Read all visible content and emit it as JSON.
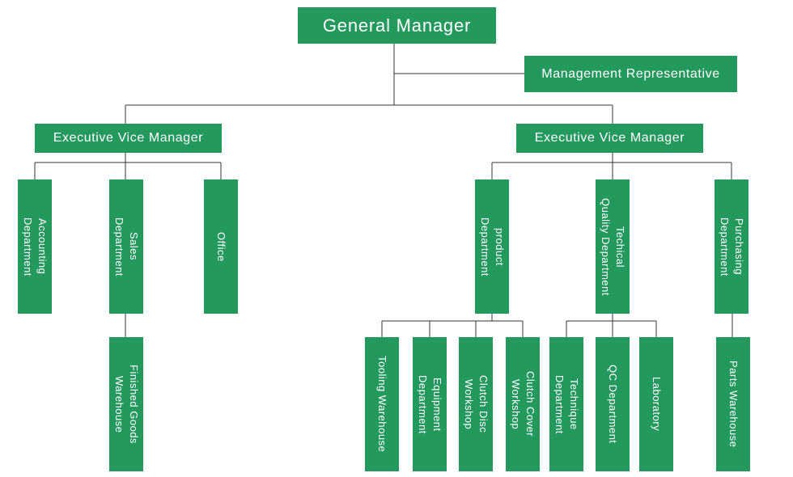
{
  "colors": {
    "box_fill": "#24995e",
    "box_text": "#ffffff",
    "connector": "#333333"
  },
  "nodes": {
    "general_manager": "General Manager",
    "management_representative": "Management Representative",
    "exec_vice_manager_left": "Executive Vice Manager",
    "exec_vice_manager_right": "Executive Vice Manager",
    "accounting_department": "Accounting\nDepartment",
    "sales_department": "Sales\nDepartment",
    "office": "Office",
    "finished_goods_warehouse": "Finished Goods\nWarehouse",
    "product_department": "product\nDepartment",
    "technical_quality_department": "Techical\nQuality Department",
    "purchasing_department": "Purchasing\nDepartment",
    "tooling_warehouse": "Tooling Warehouse",
    "equipment_department": "Equipment\nDepartment",
    "clutch_disc_workshop": "Clutch Disc\nWorkshop",
    "clutch_cover_workshop": "Clutch Cover\nWorkshop",
    "technique_department": "Technique\nDepartment",
    "qc_department": "QC Department",
    "laboratory": "Laboratory",
    "parts_warehouse": "Parts Warehouse"
  }
}
